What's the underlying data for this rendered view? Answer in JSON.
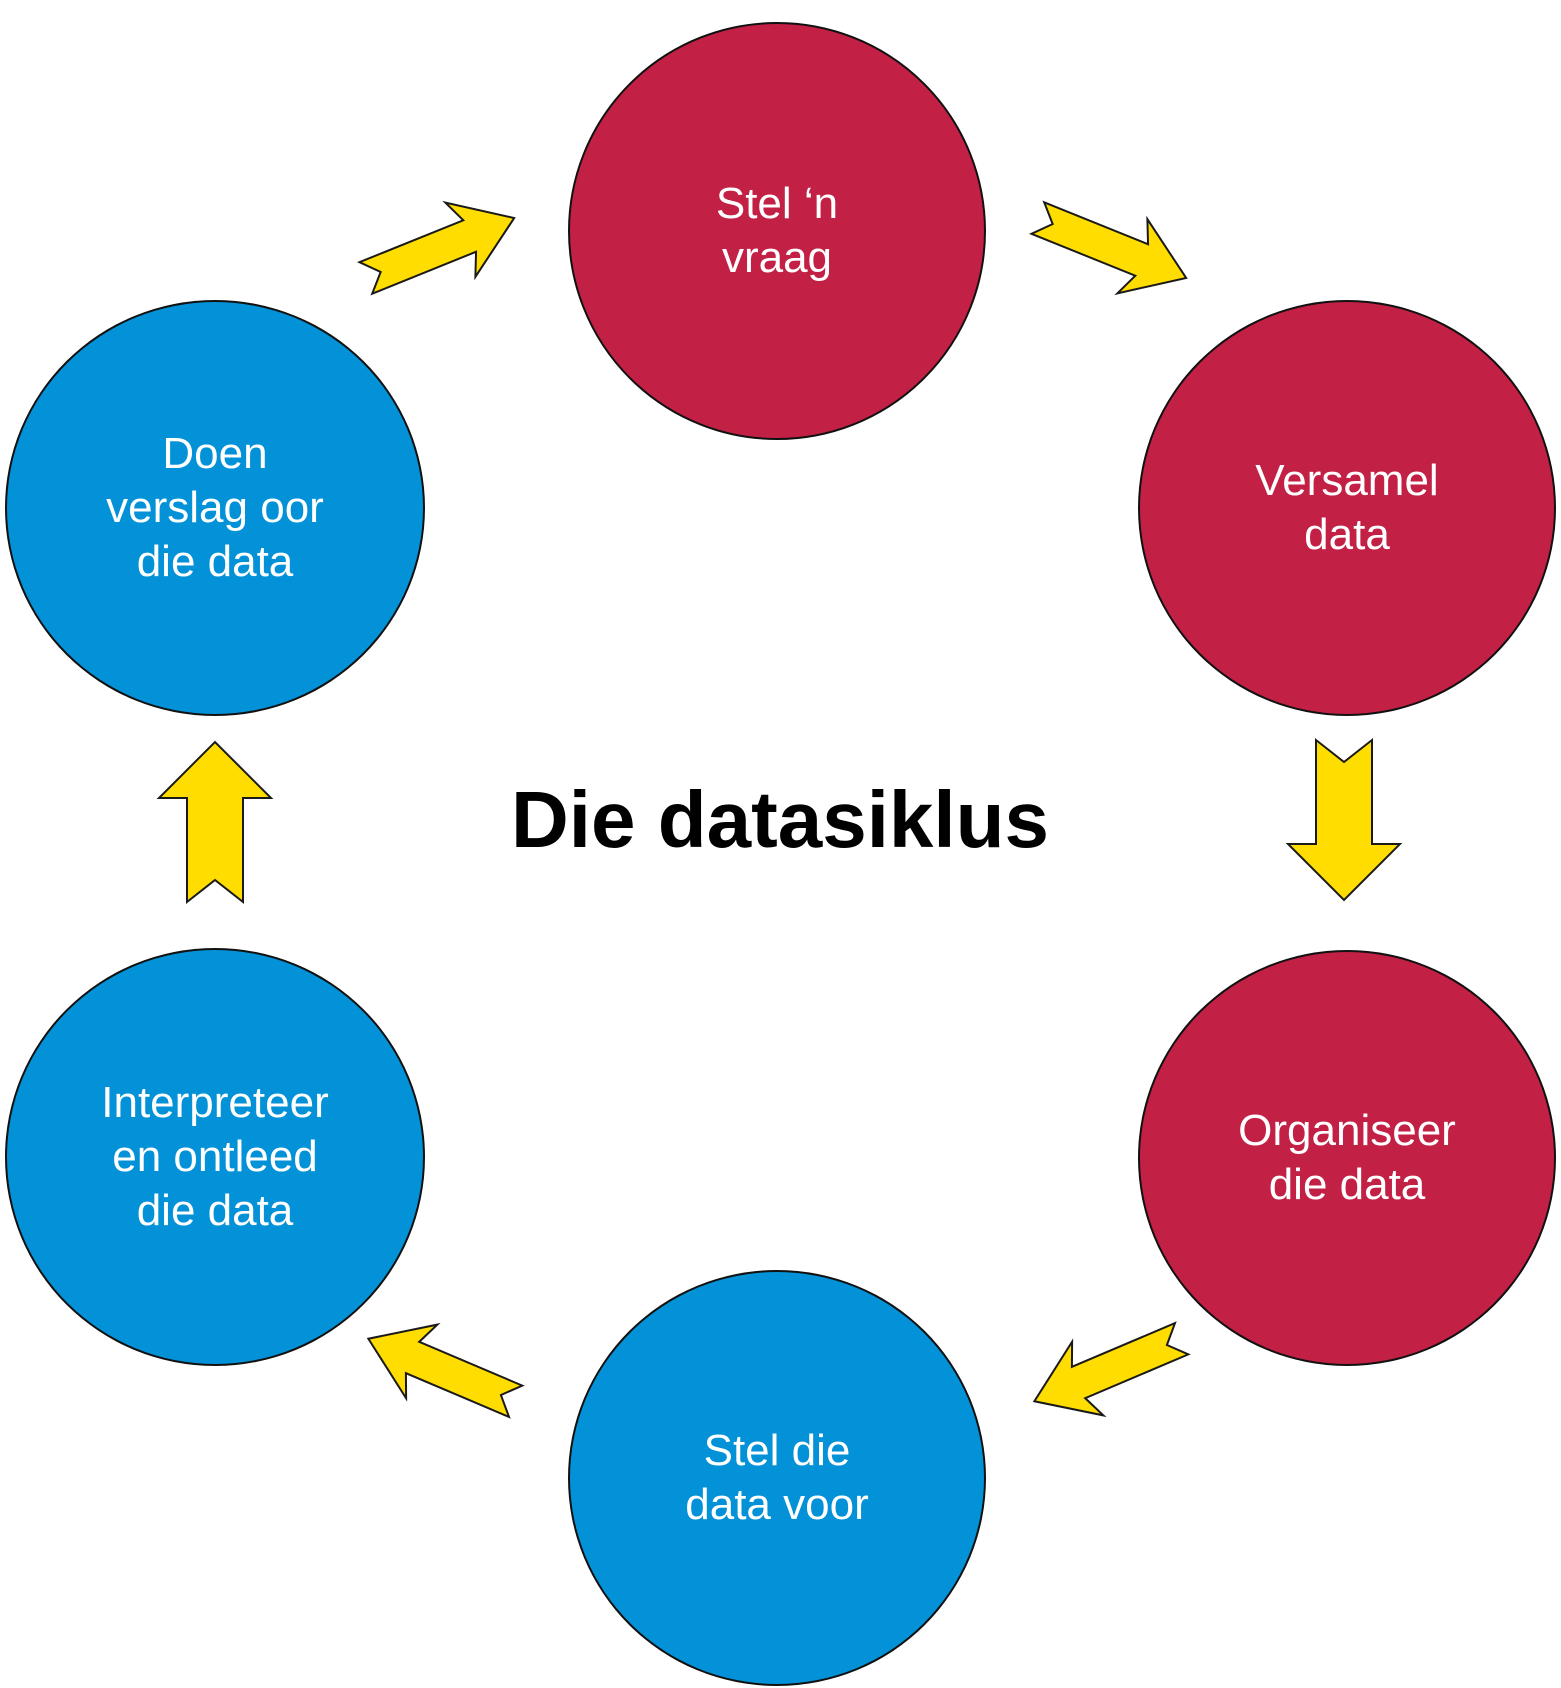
{
  "diagram": {
    "title": "Die datasiklus",
    "colors": {
      "question_phase": "#C22044",
      "data_phase": "#0391D7",
      "arrow": "#FFDD00",
      "outline": "#111111"
    },
    "steps": [
      {
        "label": "Stel ‘n\nvraag",
        "color": "#C22044"
      },
      {
        "label": "Versamel\ndata",
        "color": "#C22044"
      },
      {
        "label": "Organiseer\ndie data",
        "color": "#C22044"
      },
      {
        "label": "Stel die\ndata voor",
        "color": "#0391D7"
      },
      {
        "label": "Interpreteer\nen ontleed\ndie data",
        "color": "#0391D7"
      },
      {
        "label": "Doen\nverslag oor\ndie data",
        "color": "#0391D7"
      }
    ]
  }
}
